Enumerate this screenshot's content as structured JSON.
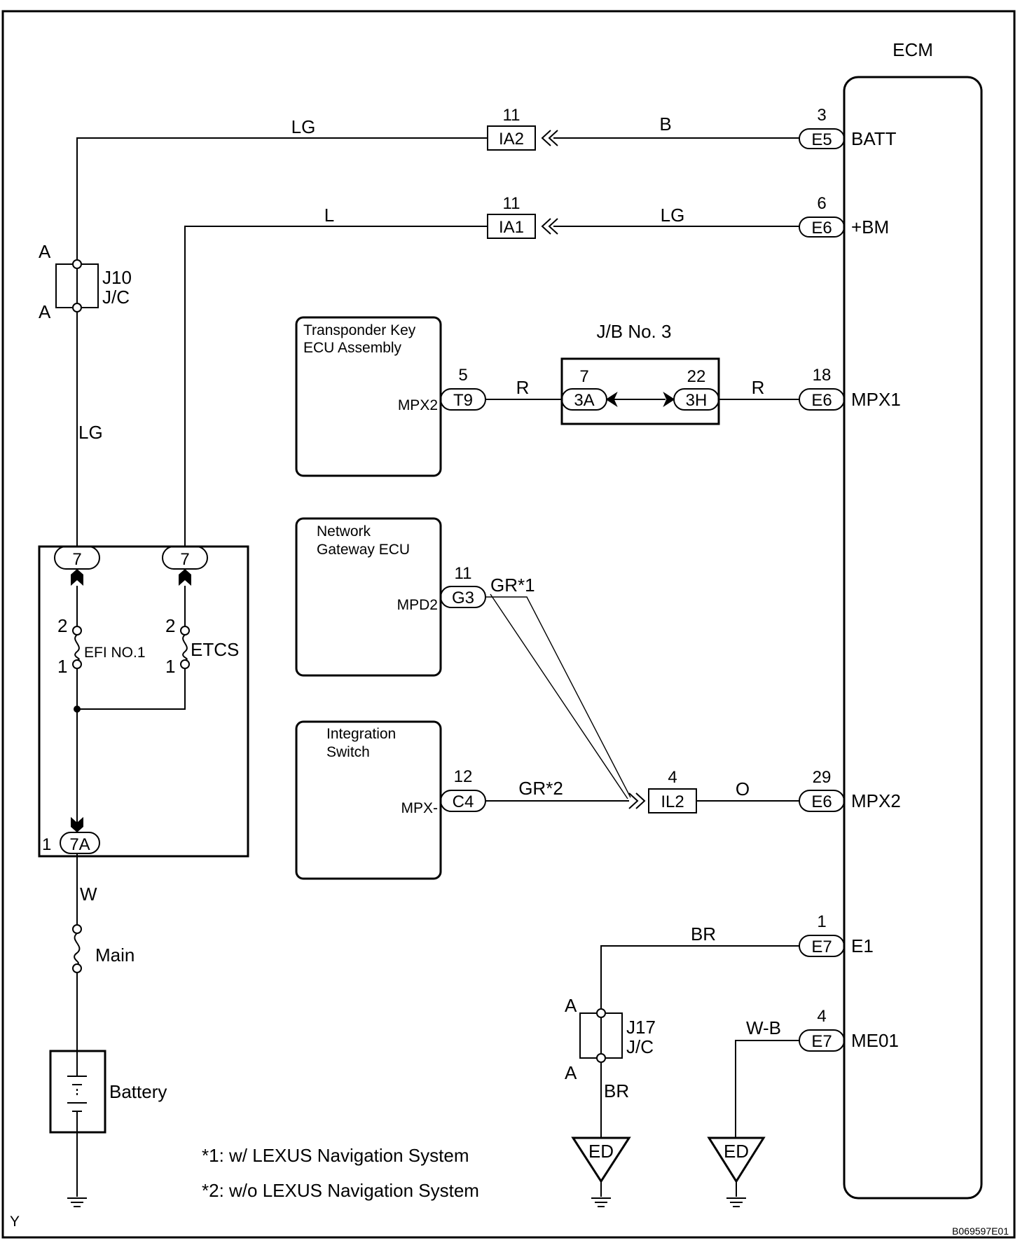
{
  "ecm": {
    "title": "ECM",
    "pins": [
      {
        "num": "3",
        "conn": "E5",
        "name": "BATT"
      },
      {
        "num": "6",
        "conn": "E6",
        "name": "+BM"
      },
      {
        "num": "18",
        "conn": "E6",
        "name": "MPX1"
      },
      {
        "num": "29",
        "conn": "E6",
        "name": "MPX2"
      },
      {
        "num": "1",
        "conn": "E7",
        "name": "E1"
      },
      {
        "num": "4",
        "conn": "E7",
        "name": "ME01"
      }
    ]
  },
  "inline_connectors": [
    {
      "num": "11",
      "code": "IA2",
      "wire_left": "LG",
      "wire_right": "B"
    },
    {
      "num": "11",
      "code": "IA1",
      "wire_left": "L",
      "wire_right": "LG"
    },
    {
      "num": "4",
      "code": "IL2",
      "wire_right": "O"
    }
  ],
  "jb3": {
    "title": "J/B No. 3",
    "left": {
      "num": "7",
      "code": "3A"
    },
    "right": {
      "num": "22",
      "code": "3H"
    },
    "wire_in": "R",
    "wire_out": "R"
  },
  "transponder": {
    "title1": "Transponder Key",
    "title2": "ECU Assembly",
    "terminal": "MPX2",
    "num": "5",
    "conn": "T9"
  },
  "gateway": {
    "title1": "Network",
    "title2": "Gateway ECU",
    "terminal": "MPD2",
    "num": "11",
    "conn": "G3",
    "wire": "GR*1"
  },
  "integration": {
    "title1": "Integration",
    "title2": "Switch",
    "terminal": "MPX-",
    "num": "12",
    "conn": "C4",
    "wire": "GR*2"
  },
  "j10": {
    "label1": "J10",
    "label2": "J/C",
    "pin_top": "A",
    "pin_bottom": "A"
  },
  "j17": {
    "label1": "J17",
    "label2": "J/C",
    "pin_top": "A",
    "pin_bottom": "A"
  },
  "fuse_block": {
    "efi_fuse": "EFI NO.1",
    "etcs_fuse": "ETCS",
    "conn_left": "7",
    "conn_right": "7",
    "pin_2": "2",
    "pin_1": "1",
    "bottom_num": "1",
    "bottom_conn": "7A"
  },
  "wires": {
    "lg_vertical": "LG",
    "w": "W",
    "br_top": "BR",
    "br_bottom": "BR",
    "wb": "W-B"
  },
  "main_fuse": "Main",
  "battery": "Battery",
  "ground_ed": "ED",
  "notes": [
    "*1: w/ LEXUS Navigation System",
    "*2: w/o LEXUS Navigation System"
  ],
  "corner_mark": "Y",
  "figure_code": "B069597E01"
}
